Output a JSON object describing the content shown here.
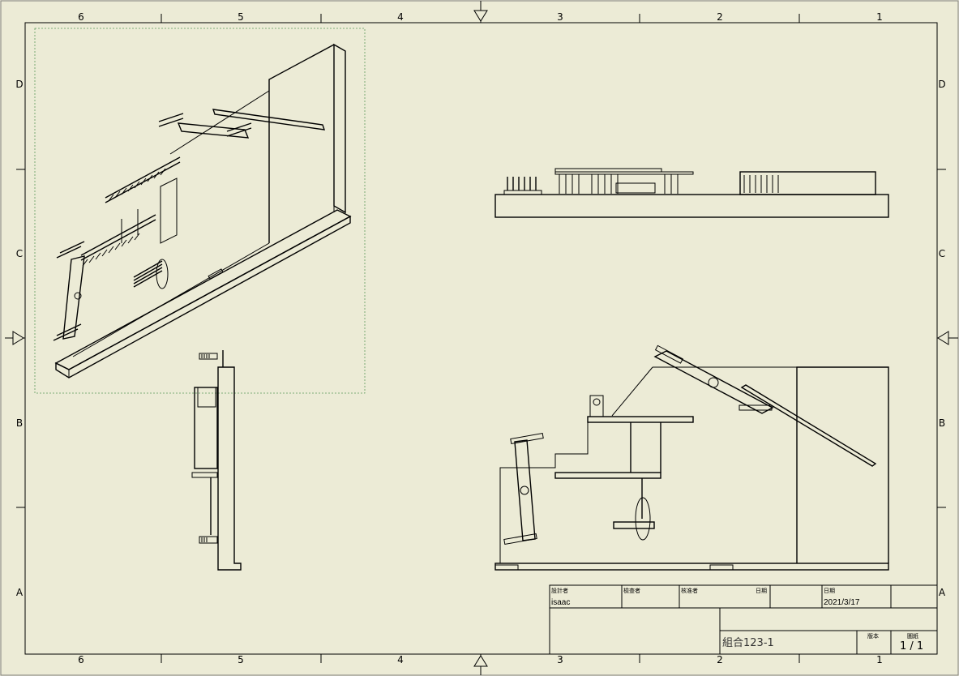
{
  "drawing": {
    "column_labels": [
      "6",
      "5",
      "4",
      "3",
      "2",
      "1"
    ],
    "row_labels": [
      "D",
      "C",
      "B",
      "A"
    ],
    "views": [
      {
        "name": "isometric-view"
      },
      {
        "name": "top-view"
      },
      {
        "name": "side-view"
      },
      {
        "name": "front-view"
      }
    ]
  },
  "title_block": {
    "designer_label": "設計者",
    "designer_value": "isaac",
    "checker_label": "檢查者",
    "approver_label": "核准者",
    "date_label_1": "日期",
    "date_label_2": "日期",
    "date_value": "2021/3/17",
    "title": "組合123-1",
    "revision_label": "版本",
    "sheet_label": "圖紙",
    "sheet_value": "1 / 1"
  },
  "colors": {
    "paper": "#ecebd6",
    "line": "#000000",
    "selection_box": "#5a9a5a"
  }
}
